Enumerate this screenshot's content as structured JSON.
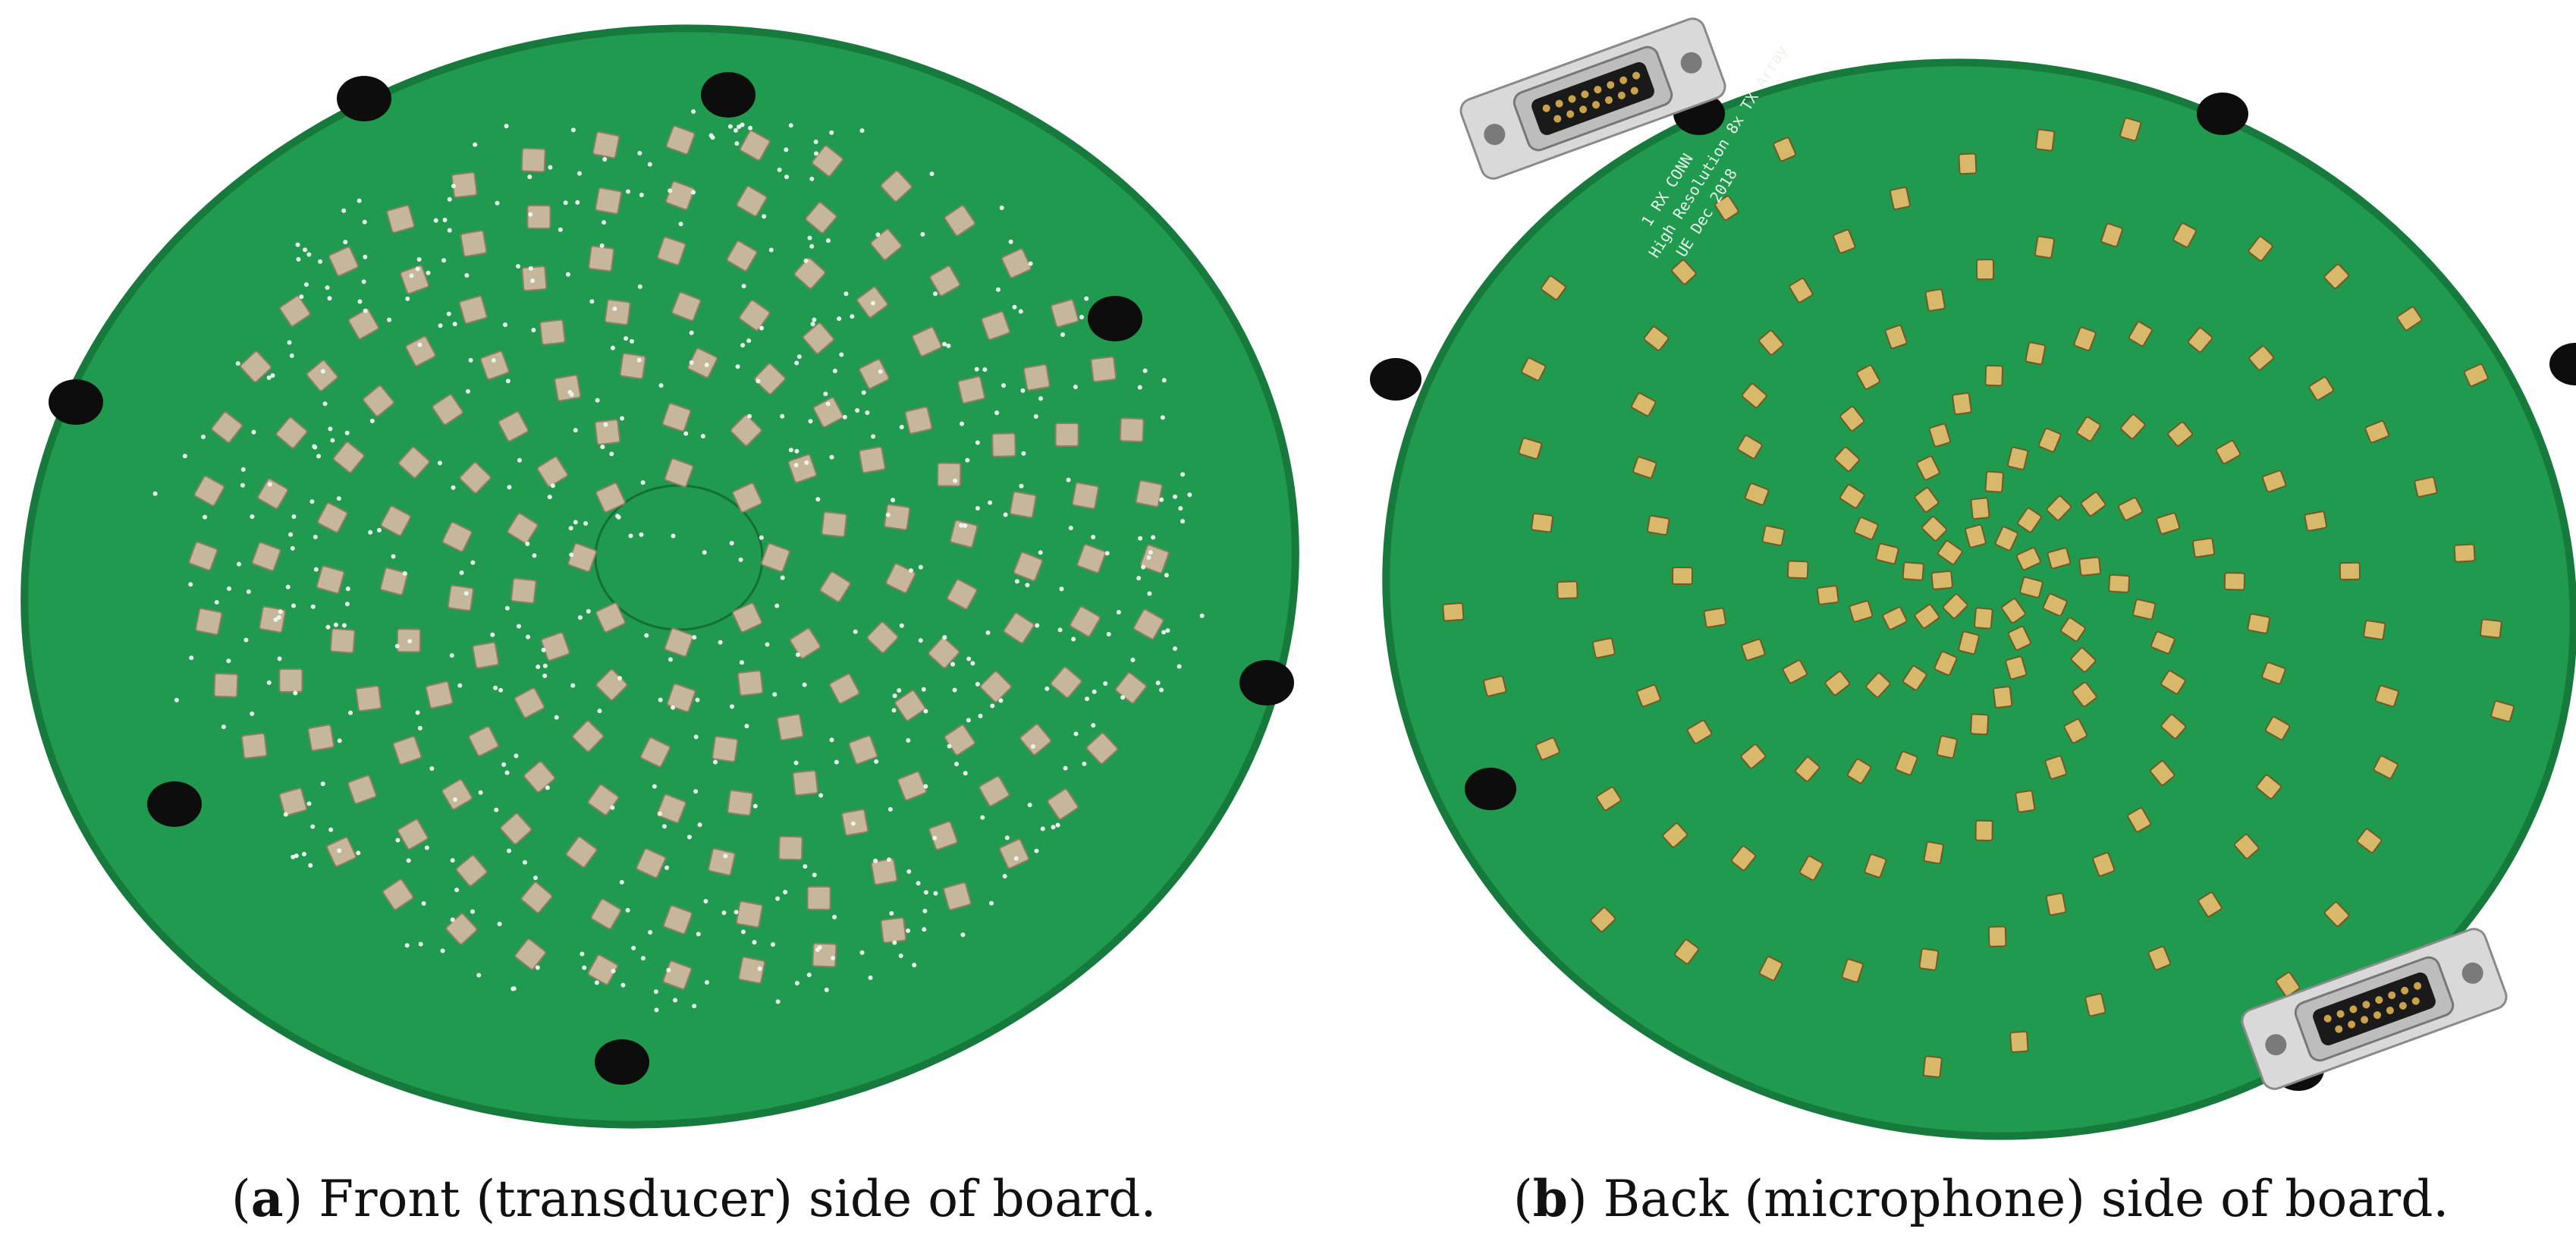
{
  "captions": [
    {
      "prefix": "(",
      "letter": "a",
      "text": ") Front (transducer) side of board."
    },
    {
      "prefix": "(",
      "letter": "b",
      "text": ") Back (microphone) side of board."
    }
  ],
  "board_b": {
    "silkscreen": [
      "1 RX CONN",
      "High Resolution 8x TX Array",
      "UE Dec 2018"
    ]
  },
  "colors": {
    "pcb_green": "#1f9a4e",
    "pcb_edge": "#167a3c",
    "transducer_pad": "#c7b79a",
    "mic_gold": "#d8b86a",
    "standoff": "#0d0d0d",
    "connector_metal": "#d9d9d9",
    "background": "#ffffff"
  }
}
